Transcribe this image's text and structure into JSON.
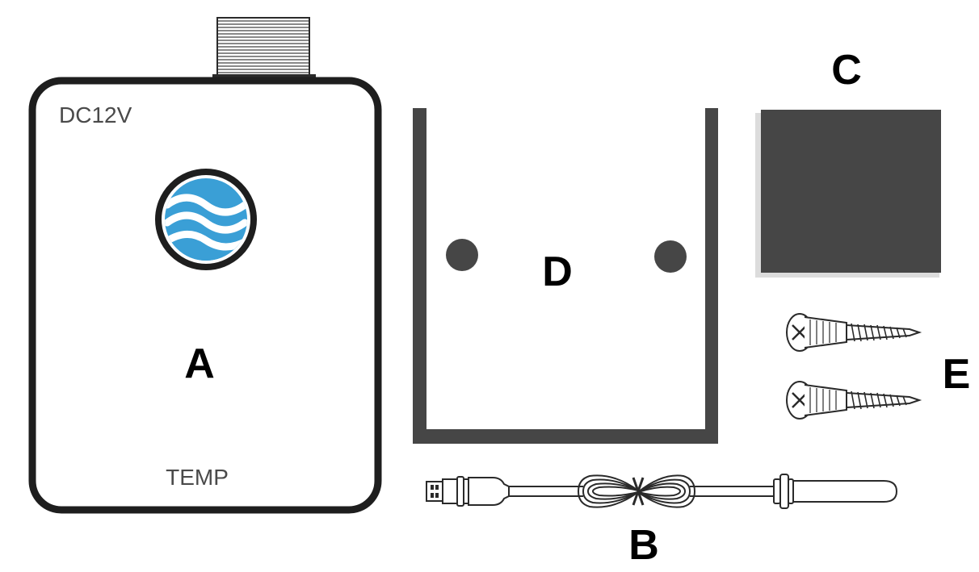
{
  "colors": {
    "outline": "#1e1e1e",
    "dark_gray": "#464646",
    "text_gray": "#4a4a4a",
    "accent_blue": "#3a9fd6",
    "white": "#ffffff"
  },
  "parts": {
    "a": {
      "letter": "A",
      "top_label": "DC12V",
      "bottom_label": "TEMP",
      "icon": "water-wave-logo-icon"
    },
    "b": {
      "letter": "B",
      "icon": "temperature-probe-cable-icon"
    },
    "c": {
      "letter": "C",
      "icon": "adhesive-pad-icon"
    },
    "d": {
      "letter": "D",
      "icon": "mounting-bracket-icon"
    },
    "e": {
      "letter": "E",
      "icon": "screw-icon"
    }
  }
}
